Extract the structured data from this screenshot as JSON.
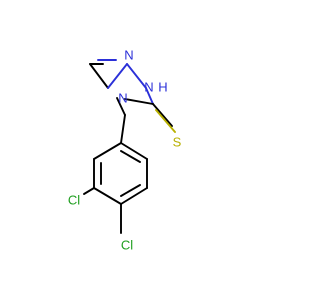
{
  "molecule": {
    "atoms": {
      "n1": "N",
      "n2": "N",
      "n3": "N",
      "h": "H",
      "s": "S",
      "cl1": "Cl",
      "cl2": "Cl"
    },
    "colors": {
      "nitrogen": "#2b30d8",
      "sulfur": "#b8b000",
      "chlorine": "#1e9e1e",
      "bond": "#000000",
      "background": "#ffffff"
    }
  }
}
